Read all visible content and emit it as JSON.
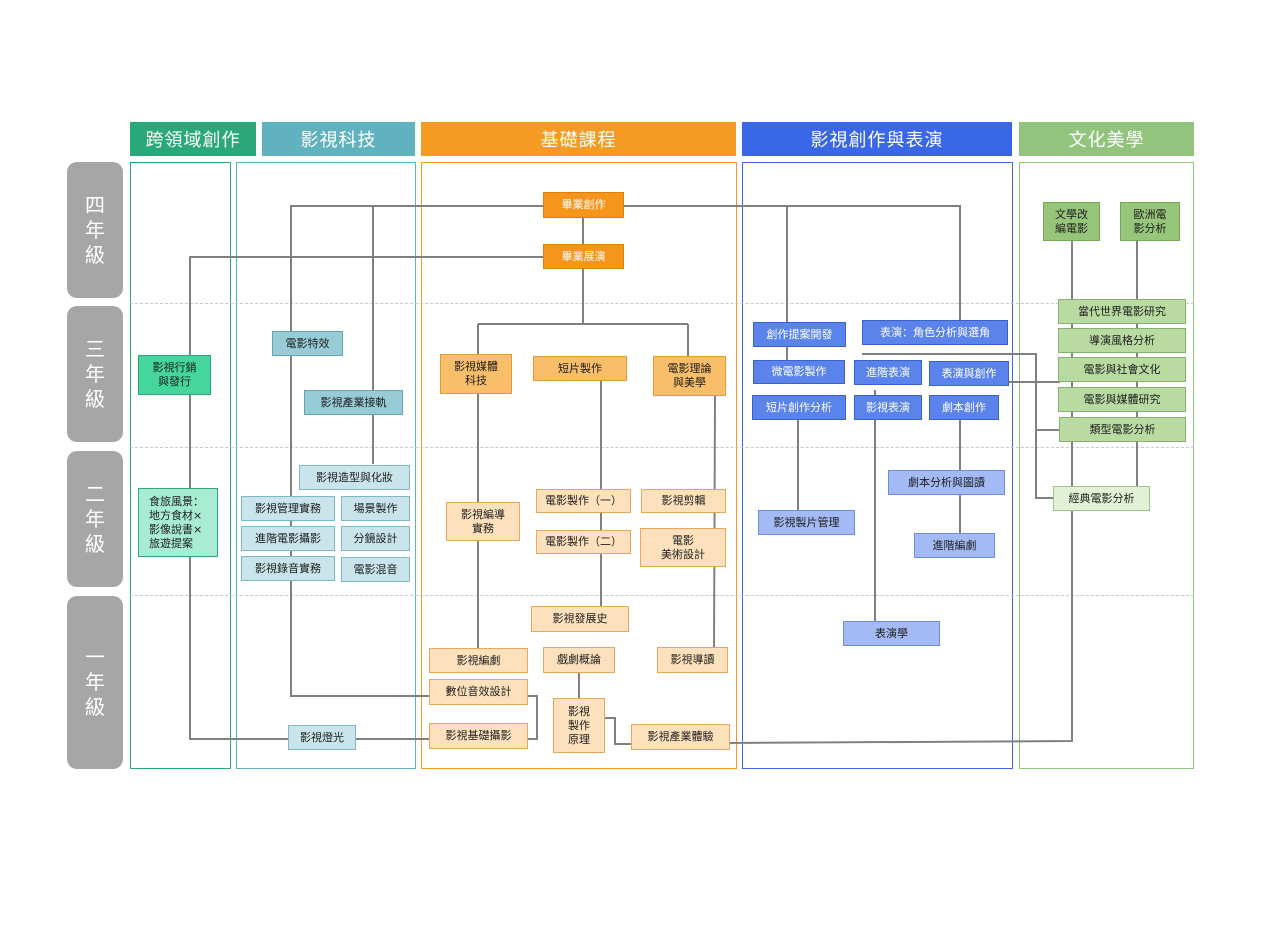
{
  "headers": {
    "cross": "跨領域創作",
    "tech": "影視科技",
    "basic": "基礎課程",
    "create": "影視創作與表演",
    "culture": "文化美學"
  },
  "years": {
    "y4": [
      "四",
      "年",
      "級"
    ],
    "y3": [
      "三",
      "年",
      "級"
    ],
    "y2": [
      "二",
      "年",
      "級"
    ],
    "y1": [
      "一",
      "年",
      "級"
    ]
  },
  "courses": {
    "marketing": "影視行銷\n與發行",
    "food_tour": "食旅風景：\n地方食材×\n影像說書×\n旅遊提案",
    "vfx": "電影特效",
    "industry_link": "影視產業接軌",
    "styling_makeup": "影視造型與化妝",
    "prod_mgmt_practice": "影視管理實務",
    "set_making": "場景製作",
    "adv_cinematography": "進階電影攝影",
    "storyboard": "分鏡設計",
    "sound_practice": "影視錄音實務",
    "film_mixing": "電影混音",
    "lighting": "影視燈光",
    "graduation_work": "畢業創作",
    "graduation_show": "畢業展演",
    "media_tech": "影視媒體\n科技",
    "short_prod": "短片製作",
    "film_theory": "電影理論\n與美學",
    "edit_direct_practice": "影視編導\n實務",
    "film_prod_1": "電影製作（一）",
    "film_prod_2": "電影製作（二）",
    "film_editing": "影視剪輯",
    "film_art_design": "電影\n美術設計",
    "film_history": "影視發展史",
    "screenwriting": "影視編劇",
    "drama_intro": "戲劇概論",
    "film_appreciation": "影視導讀",
    "digital_sound": "數位音效設計",
    "basic_cinematography": "影視基礎攝影",
    "production_principles": "影視\n製作\n原理",
    "industry_experience": "影視產業體驗",
    "proposal_dev": "創作提案開發",
    "acting_role": "表演：角色分析與選角",
    "micro_film": "微電影製作",
    "adv_acting": "進階表演",
    "acting_creation": "表演與創作",
    "short_analysis": "短片創作分析",
    "screen_acting": "影視表演",
    "script_creation": "劇本創作",
    "script_reading": "劇本分析與圖讀",
    "prod_management": "影視製片管理",
    "adv_screenwriting": "進階編劇",
    "acting_studies": "表演學",
    "lit_adaptation": "文學改\n編電影",
    "euro_film": "歐洲電\n影分析",
    "contemp_world": "當代世界電影研究",
    "director_style": "導演風格分析",
    "film_society": "電影與社會文化",
    "film_media": "電影與媒體研究",
    "genre_analysis": "類型電影分析",
    "classic_analysis": "經典電影分析"
  },
  "colors": {
    "cross": "#2aa879",
    "tech": "#61b2bf",
    "basic": "#f59a23",
    "create": "#3a67e8",
    "culture": "#93c47d",
    "year": "#a6a6a6",
    "link": "#7f7f7f"
  }
}
